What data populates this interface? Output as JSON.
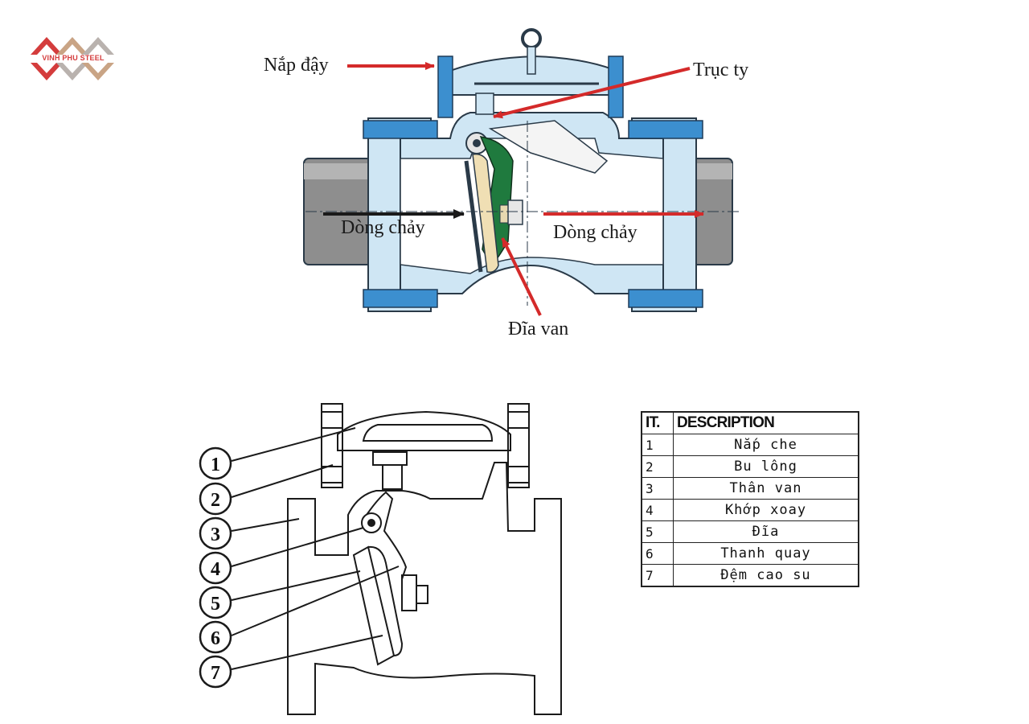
{
  "brand": {
    "logo_text": "VINH PHU STEEL",
    "colors": {
      "red": "#d43c3c",
      "gray": "#b9b2ae",
      "tan": "#c9a485"
    }
  },
  "top_diagram": {
    "labels": {
      "cover": "Nắp đậy",
      "shaft": "Trục ty",
      "flow_left": "Dòng chảy",
      "flow_right": "Dòng chảy",
      "disc": "Đĩa van"
    },
    "colors": {
      "body": "#cfe6f4",
      "outline": "#2a3a48",
      "pipe": "#8e8e8e",
      "disc_arm": "#1f7a3e",
      "disc_face": "#f0dfb4",
      "bolt": "#3c8fcf",
      "arrow": "#d42a2a"
    }
  },
  "bottom_diagram": {
    "callouts": [
      "1",
      "2",
      "3",
      "4",
      "5",
      "6",
      "7"
    ],
    "table": {
      "headers": [
        "IT.",
        "DESCRIPTION"
      ],
      "rows": [
        {
          "it": "1",
          "desc": "Nắp che"
        },
        {
          "it": "2",
          "desc": "Bu lông"
        },
        {
          "it": "3",
          "desc": "Thân van"
        },
        {
          "it": "4",
          "desc": "Khớp xoay"
        },
        {
          "it": "5",
          "desc": "Đĩa"
        },
        {
          "it": "6",
          "desc": "Thanh quay"
        },
        {
          "it": "7",
          "desc": "Đệm cao su"
        }
      ]
    }
  }
}
